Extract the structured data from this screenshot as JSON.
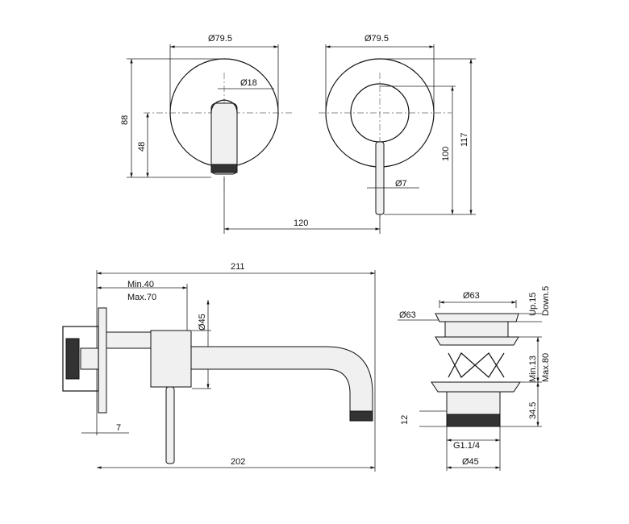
{
  "dimensions": {
    "top_left_diameter": "79.5",
    "top_left_lever_diameter": "18",
    "top_left_height_88": "88",
    "top_left_height_48": "48",
    "top_right_diameter": "79.5",
    "top_right_height_100": "100",
    "top_right_height_117": "117",
    "top_right_lever_diameter": "7",
    "top_center_distance": "120",
    "side_overall": "211",
    "side_min": "Min.40",
    "side_max": "Max.70",
    "side_diameter": "45",
    "side_plate": "7",
    "side_bottom": "202",
    "drain_top_diameter": "63",
    "drain_left_diameter": "63",
    "drain_up": "Up.15",
    "drain_down": "Down.5",
    "drain_min": "Min.13",
    "drain_max": "Max.80",
    "drain_345": "34.5",
    "drain_12": "12",
    "drain_thread": "G1.1/4",
    "drain_bottom_diameter": "45"
  },
  "symbols": {
    "diameter": "Ø"
  }
}
